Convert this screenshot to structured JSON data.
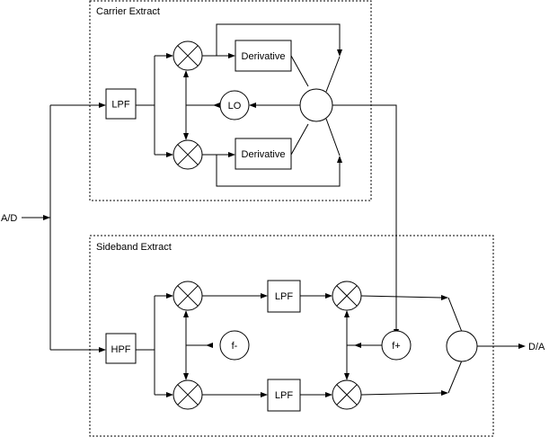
{
  "groups": {
    "carrier": "Carrier Extract",
    "sideband": "Sideband Extract"
  },
  "blocks": {
    "lpf_input": "LPF",
    "derivative_top": "Derivative",
    "derivative_bottom": "Derivative",
    "lo": "LO",
    "hpf_input": "HPF",
    "lpf_mid_top": "LPF",
    "lpf_mid_bottom": "LPF",
    "f_minus": "f-",
    "f_plus": "f+"
  },
  "io": {
    "input": "A/D",
    "output": "D/A"
  },
  "icons": {
    "mixer": "mixer-x-circle-icon",
    "combiner": "summing-circle-icon",
    "arrow": "arrowhead-icon"
  }
}
